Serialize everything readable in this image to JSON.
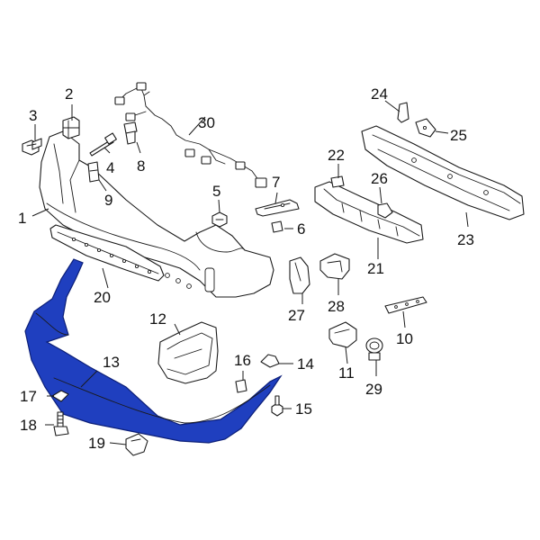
{
  "colors": {
    "highlight_fill": "#1f3fbf",
    "highlight_stroke": "#0c1f78",
    "line": "#1a1a1a",
    "background": "#ffffff"
  },
  "callouts": {
    "c1": "1",
    "c2": "2",
    "c3": "3",
    "c4": "4",
    "c5": "5",
    "c6": "6",
    "c7": "7",
    "c8": "8",
    "c9": "9",
    "c10": "10",
    "c11": "11",
    "c12": "12",
    "c13": "13",
    "c14": "14",
    "c15": "15",
    "c16": "16",
    "c17": "17",
    "c18": "18",
    "c19": "19",
    "c20": "20",
    "c21": "21",
    "c22": "22",
    "c23": "23",
    "c24": "24",
    "c25": "25",
    "c26": "26",
    "c27": "27",
    "c28": "28",
    "c29": "29",
    "c30": "30"
  }
}
